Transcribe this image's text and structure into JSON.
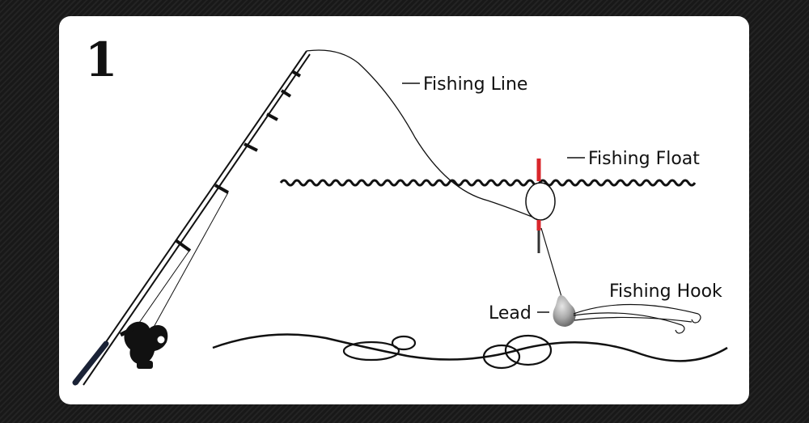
{
  "step_number": "1",
  "labels": {
    "fishing_line": "Fishing Line",
    "fishing_float": "Fishing Float",
    "fishing_hook": "Fishing Hook",
    "lead": "Lead"
  },
  "colors": {
    "background": "#1c1c1c",
    "card": "#ffffff",
    "ink": "#111111",
    "float_tip": "#d9262b",
    "lead": "#9a9a9a"
  }
}
